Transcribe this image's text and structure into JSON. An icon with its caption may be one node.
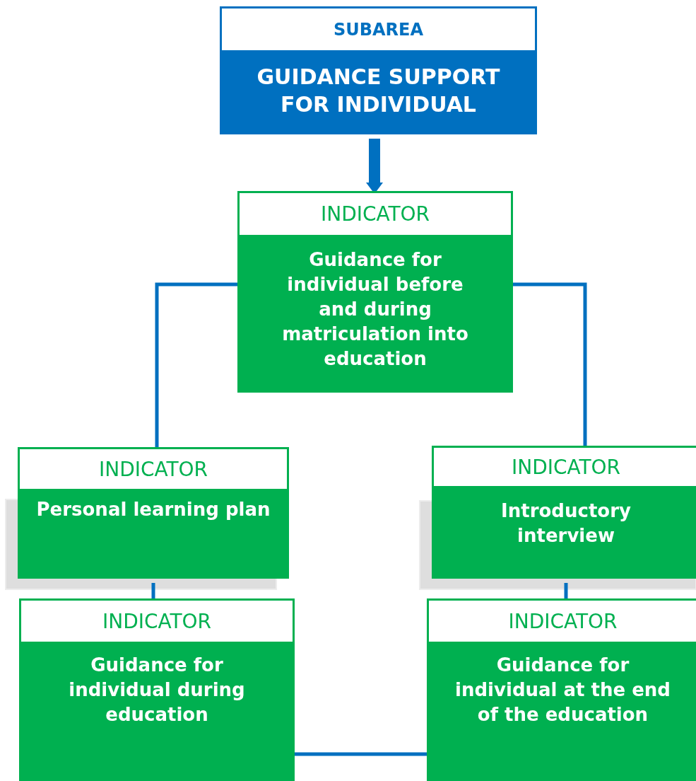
{
  "diagram": {
    "nodes": [
      {
        "text": [
          "SUBAREA",
          "GUIDANCE SUPPORT FOR INDIVIDUAL"
        ]
      },
      {
        "text": [
          "INDICATOR",
          "Guidance for individual before and during matriculation into education"
        ]
      },
      {
        "text": [
          "INDICATOR",
          "Personal learning plan"
        ]
      },
      {
        "text": [
          "INDICATOR",
          "Introductory interview"
        ]
      },
      {
        "text": [
          "INDICATOR",
          "Guidance for individual during education"
        ]
      },
      {
        "text": [
          "INDICATOR",
          "Guidance for individual at the end of the education"
        ]
      }
    ],
    "edges": [
      {
        "from": 0,
        "to": 1,
        "arrow": "to",
        "style": "thick"
      },
      {
        "from": 1,
        "to": 2,
        "arrow": "none"
      },
      {
        "from": 1,
        "to": 3,
        "arrow": "none"
      },
      {
        "from": 2,
        "to": 4,
        "arrow": "none"
      },
      {
        "from": 3,
        "to": 5,
        "arrow": "none"
      },
      {
        "from": 4,
        "to": 5,
        "arrow": "none"
      }
    ]
  }
}
